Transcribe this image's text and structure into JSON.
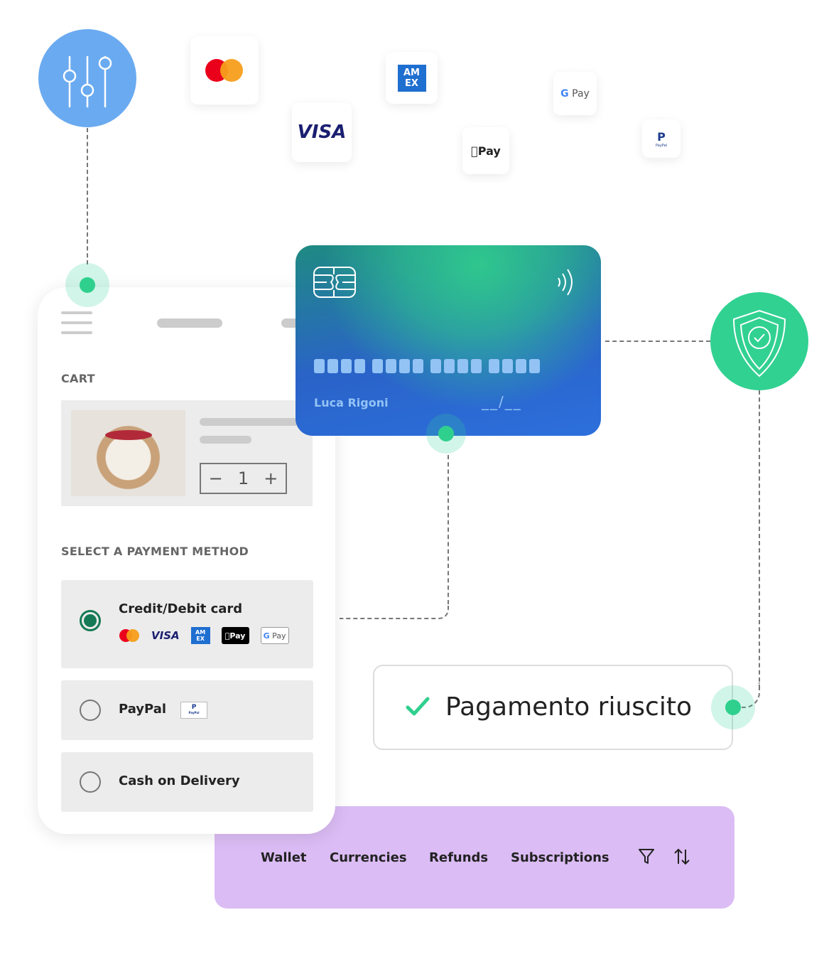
{
  "logos": {
    "visa": "VISA",
    "amex": "AM EX",
    "applepay": "Pay",
    "gpay": "Pay",
    "paypal": "PayPal"
  },
  "card": {
    "holder": "Luca Rigoni",
    "expiry": "__/__"
  },
  "cart": {
    "title": "CART",
    "quantity": "1",
    "minus": "−",
    "plus": "+"
  },
  "payment": {
    "title": "SELECT A PAYMENT METHOD",
    "options": [
      {
        "label": "Credit/Debit card",
        "selected": true
      },
      {
        "label": "PayPal",
        "selected": false
      },
      {
        "label": "Cash on Delivery",
        "selected": false
      }
    ]
  },
  "success": {
    "message": "Pagamento riuscito"
  },
  "tabs": [
    "Wallet",
    "Currencies",
    "Refunds",
    "Subscriptions"
  ],
  "colors": {
    "accent_green": "#2fd08e",
    "slider_blue": "#6aaaf0",
    "purple": "#dbbcf4",
    "radio_green": "#157a55"
  }
}
